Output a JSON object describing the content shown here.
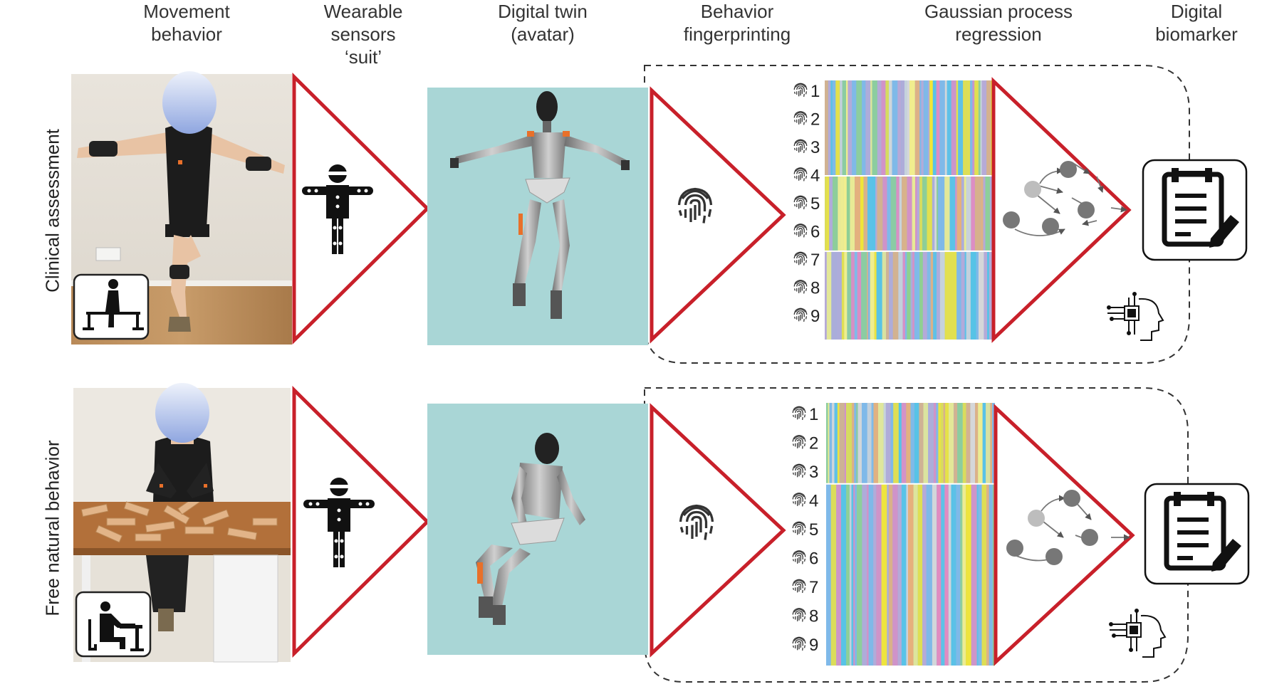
{
  "columns": [
    {
      "id": "movement",
      "lines": [
        "Movement",
        "behavior"
      ]
    },
    {
      "id": "sensors",
      "lines": [
        "Wearable",
        "sensors",
        "‘suit’"
      ]
    },
    {
      "id": "twin",
      "lines": [
        "Digital twin",
        "(avatar)"
      ]
    },
    {
      "id": "fingerprint",
      "lines": [
        "Behavior",
        "fingerprinting"
      ]
    },
    {
      "id": "gpr",
      "lines": [
        "Gaussian process",
        "regression"
      ]
    },
    {
      "id": "biomarker",
      "lines": [
        "Digital",
        "biomarker"
      ]
    }
  ],
  "rows": [
    {
      "label": "Clinical assessment",
      "context_icon": "balance-bars-icon"
    },
    {
      "label": "Free natural behavior",
      "context_icon": "person-at-desk-icon"
    }
  ],
  "fingerprint_numbers": [
    "1",
    "2",
    "3",
    "4",
    "5",
    "6",
    "7",
    "8",
    "9"
  ],
  "icons": {
    "sensor": "sensor-suit-person-icon",
    "fingerprint": "fingerprint-icon",
    "gpr": "graph-network-icon",
    "biomarker": "clipboard-pencil-icon",
    "ai": "ai-chip-head-icon"
  },
  "colors": {
    "triangle_stroke": "#c8202a",
    "dashed_box": "#333333",
    "avatar_bg": "#a9d6d6",
    "heatmap_palette": [
      "#f2e636",
      "#e48ac0",
      "#7fb9e8",
      "#b8a9d6",
      "#8fd18e",
      "#e8b07a",
      "#d8d8d8",
      "#56c3e6",
      "#f5f08a"
    ]
  }
}
